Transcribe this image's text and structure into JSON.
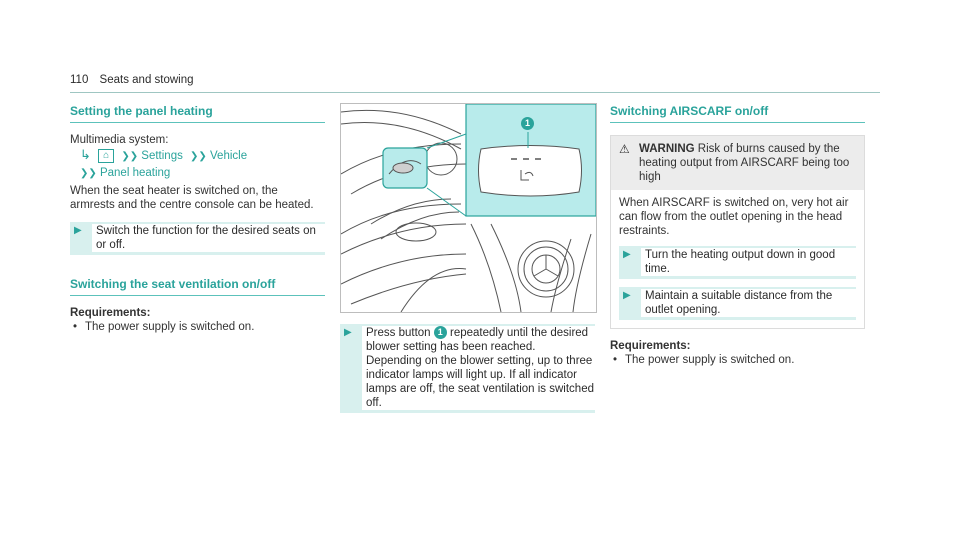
{
  "header": {
    "page_number": "110",
    "section": "Seats and stowing"
  },
  "col1": {
    "heading1": "Setting the panel heating",
    "menu_label": "Multimedia system:",
    "menu_path": {
      "arrow": "↳",
      "home_icon": "home-icon",
      "settings": "Settings",
      "vehicle": "Vehicle",
      "panel_heating": "Panel heating"
    },
    "para1": "When the seat heater is switched on, the armrests and the centre console can be heated.",
    "step1": "Switch the function for the desired seats on or off.",
    "heading2": "Switching the seat ventilation on/off",
    "req_label": "Requirements:",
    "req1": "The power supply is switched on."
  },
  "col2": {
    "callout": "1",
    "step_pre": "Press button",
    "step_post": "repeatedly until the desired blower setting has been reached.",
    "step_para2": "Depending on the blower setting, up to three indicator lamps will light up. If all indicator lamps are off, the seat ventilation is switched off.",
    "accent_color": "#2aa39b",
    "image_highlight_color": "#b8ebeb"
  },
  "col3": {
    "heading": "Switching AIRSCARF on/off",
    "warning_label": "WARNING",
    "warning_text": "Risk of burns caused by the heating output from AIRSCARF being too high",
    "warning_body": "When AIRSCARF is switched on, very hot air can flow from the outlet opening in the head restraints.",
    "step1": "Turn the heating output down in good time.",
    "step2": "Maintain a suitable distance from the outlet opening.",
    "req_label": "Requirements:",
    "req1": "The power supply is switched on."
  }
}
